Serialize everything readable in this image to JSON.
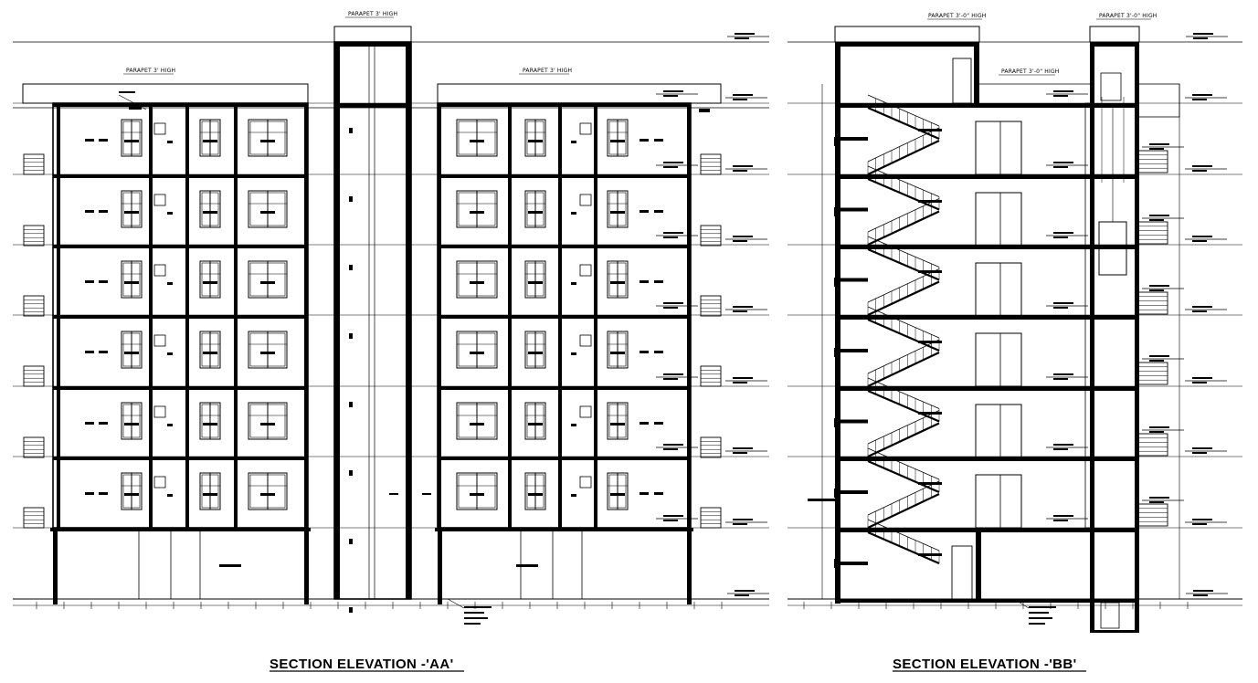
{
  "section_aa": {
    "title": "SECTION ELEVATION -'AA'",
    "parapet_left": "PARAPET 3' HIGH",
    "parapet_core": "PARAPET 3' HIGH",
    "parapet_right": "PARAPET 3' HIGH",
    "floor_count": 6
  },
  "section_bb": {
    "title": "SECTION ELEVATION -'BB'",
    "parapet_stair": "PARAPET 3'-0\" HIGH",
    "parapet_lift": "PARAPET 3'-0\" HIGH",
    "parapet_terrace": "PARAPET 3'-0\" HIGH",
    "floor_count": 6
  }
}
